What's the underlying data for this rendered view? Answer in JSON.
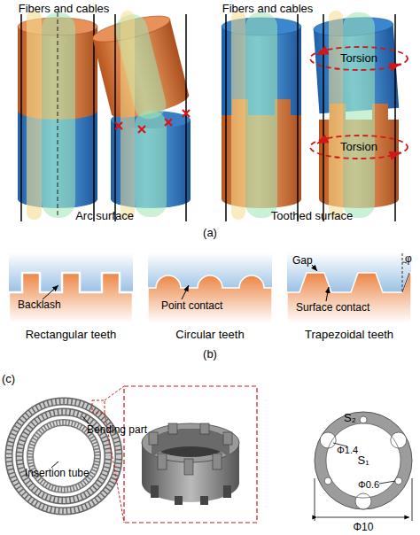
{
  "diagram": {
    "labels": [
      "Fibers and cables",
      "Fibers and cables",
      "Torsion",
      "Torsion",
      "Arc surface",
      "Toothed surface",
      "(a)",
      "Backlash",
      "Point contact",
      "Surface contact",
      "Gap",
      "φ",
      "Rectangular teeth",
      "Circular teeth",
      "Trapezoidal teeth",
      "(b)",
      "(c)",
      "Bending part",
      "Insertion tube",
      "S₂",
      "Φ1.4",
      "S₁",
      "Φ0.6",
      "Φ10"
    ]
  }
}
